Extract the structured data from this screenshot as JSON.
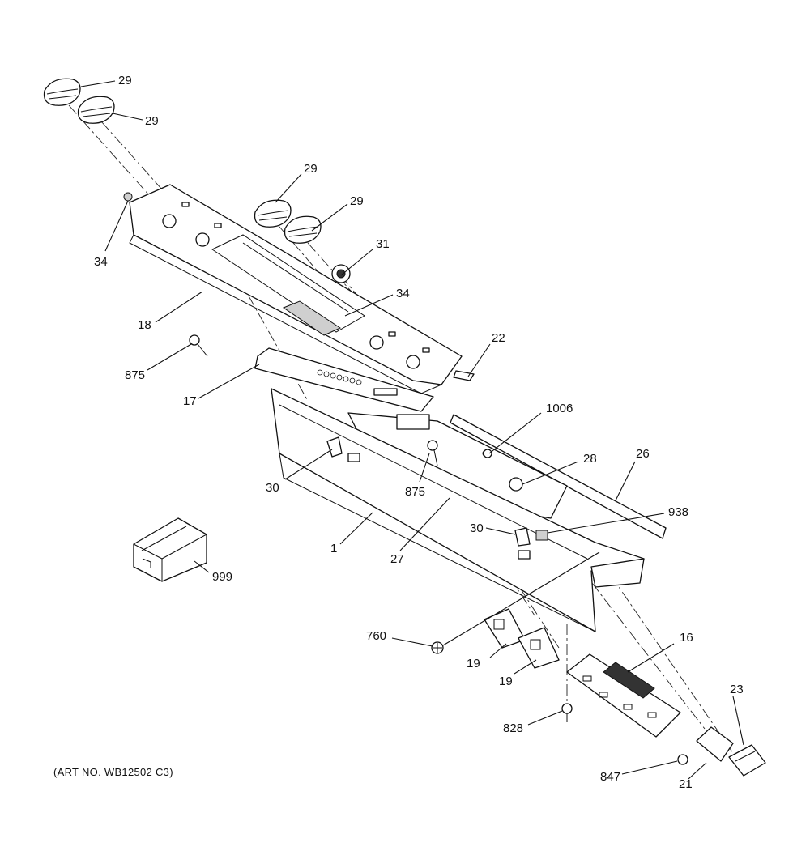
{
  "art_number": "(ART NO. WB12502 C3)",
  "labels": {
    "p29a": "29",
    "p29b": "29",
    "p29c": "29",
    "p29d": "29",
    "p34a": "34",
    "p34b": "34",
    "p31": "31",
    "p18": "18",
    "p875a": "875",
    "p875b": "875",
    "p22": "22",
    "p17": "17",
    "p1006": "1006",
    "p28": "28",
    "p26": "26",
    "p30a": "30",
    "p30b": "30",
    "p938": "938",
    "p1": "1",
    "p27": "27",
    "p999": "999",
    "p760": "760",
    "p19a": "19",
    "p19b": "19",
    "p16": "16",
    "p23": "23",
    "p828": "828",
    "p847": "847",
    "p21": "21"
  }
}
